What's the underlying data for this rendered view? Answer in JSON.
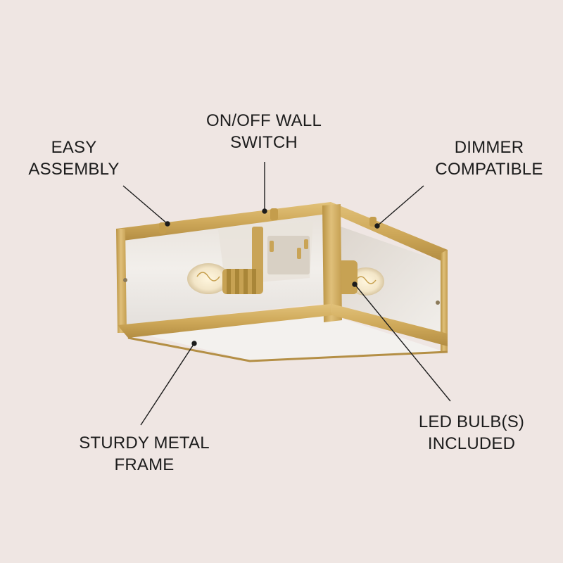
{
  "callouts": {
    "easy_assembly": {
      "line1": "EASY",
      "line2": "ASSEMBLY"
    },
    "wall_switch": {
      "line1": "ON/OFF WALL",
      "line2": "SWITCH"
    },
    "dimmer": {
      "line1": "DIMMER",
      "line2": "COMPATIBLE"
    },
    "sturdy_frame": {
      "line1": "STURDY METAL",
      "line2": "FRAME"
    },
    "led_bulbs": {
      "line1": "LED BULB(S)",
      "line2": "INCLUDED"
    }
  },
  "colors": {
    "background": "#efe6e3",
    "text": "#1c1c1c",
    "leader_line": "#1c1c1c",
    "brass": "#d1ad5d",
    "brass_dark": "#a9843c",
    "glass": "#e6e3df"
  },
  "image": {
    "subject": "square brass flush-mount ceiling light with clear glass panels and two exposed bulbs"
  }
}
